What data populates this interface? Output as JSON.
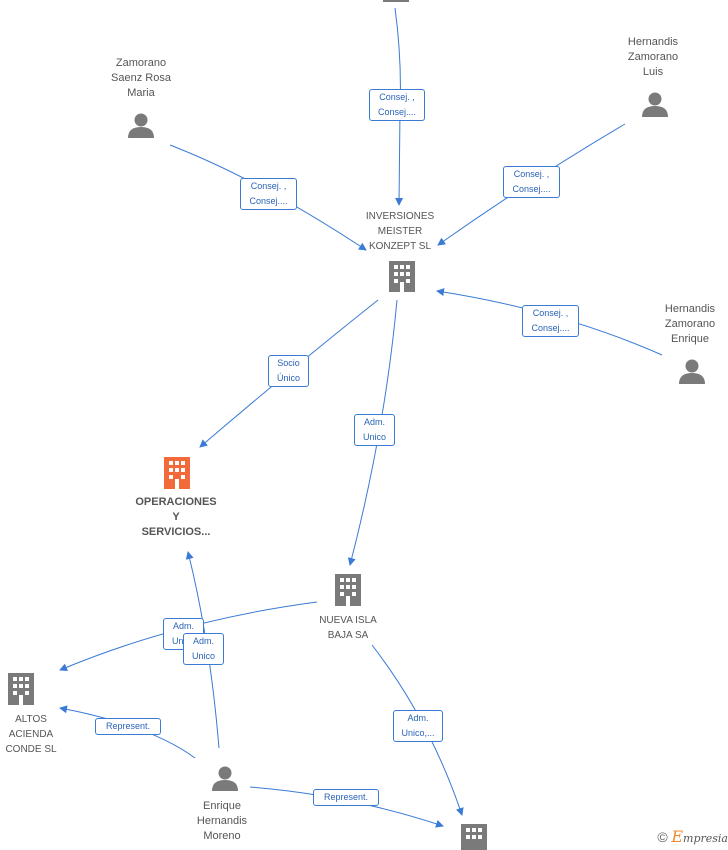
{
  "nodes": {
    "zamorano_saenz": "Zamorano\nSaenz Rosa\nMaria",
    "hernandis_luis": "Hernandis\nZamorano\nLuis",
    "inversiones": "INVERSIONES\nMEISTER\nKONZEPT SL",
    "hernandis_enrique": "Hernandis\nZamorano\nEnrique",
    "operaciones": "OPERACIONES\nY\nSERVICIOS...",
    "nueva_isla": "NUEVA ISLA\nBAJA SA",
    "altos": "ALTOS\nACIENDA\nCONDE SL",
    "enrique_moreno": "Enrique\nHernandis\nMoreno"
  },
  "edge_labels": {
    "top_consej": [
      "Consej. ,",
      "Consej...."
    ],
    "rosa_consej": [
      "Consej. ,",
      "Consej...."
    ],
    "luis_consej": [
      "Consej. ,",
      "Consej...."
    ],
    "enrique_consej": [
      "Consej. ,",
      "Consej...."
    ],
    "socio_unico": [
      "Socio",
      "Único"
    ],
    "adm_unico_nueva": [
      "Adm.",
      "Unico"
    ],
    "adm_unico_altos": [
      "Adm.",
      "Unico"
    ],
    "adm_unico_oper": [
      "Adm.",
      "Unico"
    ],
    "adm_unico_bottom": [
      "Adm.",
      "Unico,..."
    ],
    "represent_altos": [
      "Represent."
    ],
    "represent_bottom": [
      "Represent."
    ]
  },
  "brand": {
    "copyright": "©",
    "initial": "E",
    "rest": "mpresia"
  },
  "colors": {
    "edge": "#3a7bd5",
    "icon": "#7a7a7a",
    "focus": "#f26a3a"
  }
}
